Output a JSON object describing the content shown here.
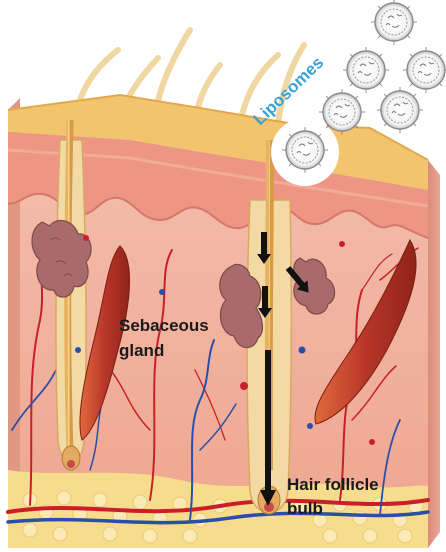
{
  "labels": {
    "liposomes": "Liposomes",
    "sebaceous_line1": "Sebaceous",
    "sebaceous_line2": "gland",
    "bulb_line1": "Hair follicle",
    "bulb_line2": "bulb"
  },
  "colors": {
    "label_dark": "#1a1a1a",
    "label_liposomes": "#3aa3d6",
    "stratum_corneum": "#f2c46e",
    "epidermis": "#e88a7a",
    "dermis": "#f3b7a6",
    "hypodermis": "#f7e39a",
    "hair": "#f0c978",
    "gland": "#a86a6a",
    "muscle": "#b8362a",
    "vessel_red": "#c8202a",
    "vessel_blue": "#2a4fa8",
    "arrow": "#111111"
  },
  "icons": [
    "liposome-icon",
    "downward-arrow-icon"
  ]
}
